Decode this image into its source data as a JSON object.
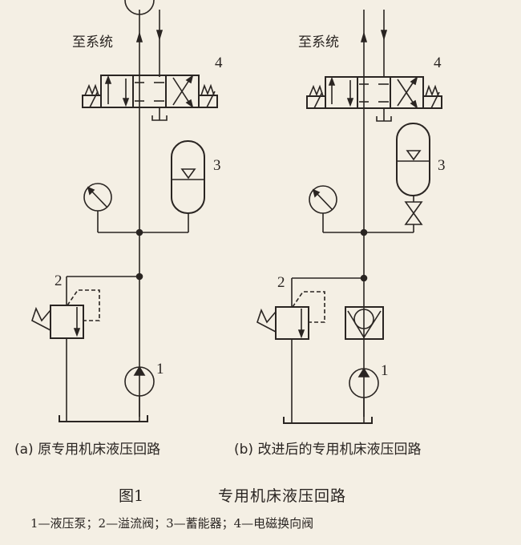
{
  "diagram_a": {
    "to_system_label": "至系统",
    "component_numbers": {
      "valve": "4",
      "accumulator": "3",
      "relief": "2",
      "pump": "1"
    },
    "subtitle": "(a) 原专用机床液压回路"
  },
  "diagram_b": {
    "to_system_label": "至系统",
    "component_numbers": {
      "valve": "4",
      "accumulator": "3",
      "relief": "2",
      "pump": "1"
    },
    "subtitle": "(b) 改进后的专用机床液压回路"
  },
  "figure": {
    "number": "图1",
    "title": "专用机床液压回路",
    "legend": "1—液压泵；2—溢流阀；3—蓄能器；4—电磁换向阀"
  },
  "colors": {
    "ink": "#2a2522",
    "paper": "#f4efe4"
  }
}
